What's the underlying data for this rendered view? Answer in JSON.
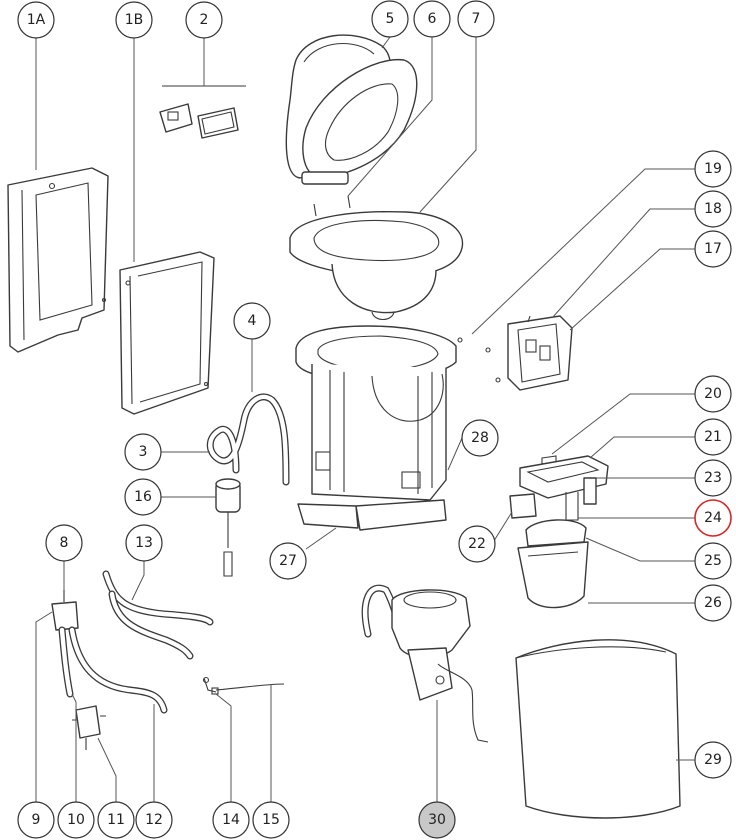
{
  "diagram": {
    "colors": {
      "line": "#3a3a3a",
      "callout_border": "#333333",
      "highlight_border": "#d62828",
      "filled_callout": "#c8c8c8"
    },
    "callouts": [
      {
        "id": "c-1a",
        "label": "1A"
      },
      {
        "id": "c-1b",
        "label": "1B"
      },
      {
        "id": "c-2",
        "label": "2"
      },
      {
        "id": "c-5",
        "label": "5"
      },
      {
        "id": "c-6",
        "label": "6"
      },
      {
        "id": "c-7",
        "label": "7"
      },
      {
        "id": "c-19",
        "label": "19"
      },
      {
        "id": "c-18",
        "label": "18"
      },
      {
        "id": "c-17",
        "label": "17"
      },
      {
        "id": "c-4",
        "label": "4"
      },
      {
        "id": "c-3",
        "label": "3"
      },
      {
        "id": "c-16",
        "label": "16"
      },
      {
        "id": "c-28",
        "label": "28"
      },
      {
        "id": "c-20",
        "label": "20"
      },
      {
        "id": "c-21",
        "label": "21"
      },
      {
        "id": "c-23",
        "label": "23"
      },
      {
        "id": "c-24",
        "label": "24",
        "highlight": "red"
      },
      {
        "id": "c-22",
        "label": "22"
      },
      {
        "id": "c-25",
        "label": "25"
      },
      {
        "id": "c-26",
        "label": "26"
      },
      {
        "id": "c-27",
        "label": "27"
      },
      {
        "id": "c-8",
        "label": "8"
      },
      {
        "id": "c-13",
        "label": "13"
      },
      {
        "id": "c-29",
        "label": "29"
      },
      {
        "id": "c-9",
        "label": "9"
      },
      {
        "id": "c-10",
        "label": "10"
      },
      {
        "id": "c-11",
        "label": "11"
      },
      {
        "id": "c-12",
        "label": "12"
      },
      {
        "id": "c-14",
        "label": "14"
      },
      {
        "id": "c-15",
        "label": "15"
      },
      {
        "id": "c-30",
        "label": "30",
        "highlight": "filled"
      }
    ]
  }
}
